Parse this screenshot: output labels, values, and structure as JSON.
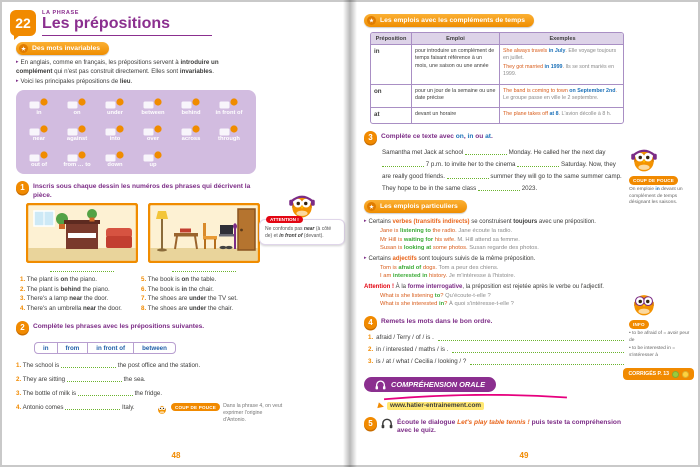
{
  "glyphs": {
    "bullet": "▸"
  },
  "colors": {
    "purple": "#8b2f8f",
    "orange": "#f18a00",
    "green": "#3aaa35",
    "blue": "#1d71b8",
    "red": "#e30613",
    "magenta": "#e6007e",
    "panel_purple": "#d2bce0",
    "highlight_yellow": "#ffe873"
  },
  "left": {
    "lesson_number": "22",
    "strand": "LA PHRASE",
    "title": "Les prépositions",
    "page_number": "48",
    "invariables": {
      "header": "Des mots invariables",
      "p1a": "En anglais, comme en français, les prépositions servent à ",
      "p1b": "introduire un complément",
      "p1c": " qui n'est pas construit directement. Elles sont ",
      "p1d": "invariables",
      "p1e": ".",
      "p2pre": "Voici les principales prépositions de ",
      "p2key": "lieu",
      "p2post": ".",
      "prepositions": [
        "in",
        "on",
        "under",
        "between",
        "behind",
        "in front of",
        "near",
        "against",
        "into",
        "over",
        "across",
        "through",
        "out of",
        "from … to",
        "down",
        "up"
      ]
    },
    "ex1": {
      "num": "1",
      "instruction": "Inscris sous chaque dessin les numéros des phrases qui décrivent la pièce.",
      "attention": {
        "label": "ATTENTION !",
        "a": "Ne confonds pas ",
        "k1": "near",
        "b": " (à côté de) et ",
        "k2": "in front of",
        "c": " (devant)."
      },
      "items": [
        {
          "n": "1.",
          "pre": "The plant is ",
          "key": "on",
          "post": " the piano."
        },
        {
          "n": "2.",
          "pre": "The plant is ",
          "key": "behind",
          "post": " the piano."
        },
        {
          "n": "3.",
          "pre": "There's a lamp ",
          "key": "near",
          "post": " the door."
        },
        {
          "n": "4.",
          "pre": "There's an umbrella ",
          "key": "near",
          "post": " the door."
        },
        {
          "n": "5.",
          "pre": "The book is ",
          "key": "on",
          "post": " the table."
        },
        {
          "n": "6.",
          "pre": "The book is ",
          "key": "in",
          "post": " the chair."
        },
        {
          "n": "7.",
          "pre": "The shoes are ",
          "key": "under",
          "post": " the TV set."
        },
        {
          "n": "8.",
          "pre": "The shoes are ",
          "key": "under",
          "post": " the chair."
        }
      ]
    },
    "ex2": {
      "num": "2",
      "instruction": "Complète les phrases avec les prépositions suivantes.",
      "word_bank": [
        "in",
        "from",
        "in front of",
        "between"
      ],
      "items": [
        {
          "n": "1.",
          "pre": "The school is",
          "post": "the post office and the station."
        },
        {
          "n": "2.",
          "pre": "They are sitting",
          "post": "the sea."
        },
        {
          "n": "3.",
          "pre": "The bottle of milk is",
          "post": "the fridge."
        },
        {
          "n": "4.",
          "pre": "Antonio comes",
          "post": "Italy."
        }
      ],
      "hint_label": "COUP DE POUCE",
      "hint_text": "Dans la phrase 4, on veut exprimer l'origine d'Antonio."
    }
  },
  "right": {
    "page_number": "49",
    "temps": {
      "header": "Les emplois avec les compléments de temps",
      "table": {
        "headers": [
          "Préposition",
          "Emploi",
          "Exemples"
        ],
        "rows": [
          {
            "prep": "in",
            "emploi": "pour introduire un complément de temps faisant référence à un mois, une saison ou une année",
            "examples": [
              {
                "pre": "She always travels ",
                "key": "in July",
                "post": ".",
                "fr": "Elle voyage toujours en juillet."
              },
              {
                "pre": "They got married ",
                "key": "in 1999",
                "post": ".",
                "fr": "Ils se sont mariés en 1999."
              }
            ]
          },
          {
            "prep": "on",
            "emploi": "pour un jour de la semaine ou une date précise",
            "examples": [
              {
                "pre": "The band is coming to town ",
                "key": "on September 2nd",
                "post": ".",
                "fr": "Le groupe passe en ville le 2 septembre."
              }
            ]
          },
          {
            "prep": "at",
            "emploi": "devant un horaire",
            "examples": [
              {
                "pre": "The plane takes off ",
                "key": "at 8",
                "post": ".",
                "fr": "L'avion décolle à 8 h."
              }
            ]
          }
        ]
      }
    },
    "ex3": {
      "num": "3",
      "ia": "Complète ce texte avec ",
      "k1": "on",
      "ib": ", ",
      "k2": "in",
      "ic": " ou ",
      "k3": "at",
      "id": ".",
      "t1": "Samantha met Jack at school",
      "t2": "Monday. He called her the next day",
      "t3": "7 p.m. to invite her to the cinema",
      "t4": "Saturday. Now, they are really good friends.",
      "t5": "summer they will go to the same summer camp. They hope to be in the same class",
      "t6": "2023.",
      "hint_label": "COUP DE POUCE",
      "hint_a": "On emploie ",
      "hint_key": "in",
      "hint_b": " devant un complément de temps désignant les saisons."
    },
    "particuliers": {
      "header": "Les emplois particuliers",
      "b1a": "Certains ",
      "b1b": "verbes (transitifs indirects)",
      "b1c": " se construisent ",
      "b1d": "toujours",
      "b1e": " avec une préposition.",
      "b1_examples": [
        {
          "pre": "Jane is ",
          "key": "listening to",
          "post": " the radio.",
          "fr": "Jane écoute la radio."
        },
        {
          "pre": "Mr Hill is ",
          "key": "waiting for",
          "post": " his wife.",
          "fr": "M. Hill attend sa femme."
        },
        {
          "pre": "Susan is ",
          "key": "looking at",
          "post": " some photos.",
          "fr": "Susan regarde des photos."
        }
      ],
      "b2a": "Certains ",
      "b2b": "adjectifs",
      "b2c": " sont toujours suivis de la même préposition.",
      "b2_examples": [
        {
          "pre": "Tom is ",
          "key": "afraid of",
          "post": " dogs.",
          "fr": "Tom a peur des chiens."
        },
        {
          "pre": "I am ",
          "key": "interested in",
          "post": " history.",
          "fr": "Je m'intéresse à l'histoire."
        }
      ],
      "att_label": "Attention !",
      "att_a": " À la ",
      "att_key": "forme interrogative",
      "att_b": ", la préposition est rejetée après le verbe ou l'adjectif.",
      "att_examples": [
        {
          "pre": "What is she listening ",
          "key": "to",
          "post": "?",
          "fr": "Qu'écoute-t-elle ?"
        },
        {
          "pre": "What is she interested ",
          "key": "in",
          "post": "?",
          "fr": "À quoi s'intéresse-t-elle ?"
        }
      ]
    },
    "ex4": {
      "num": "4",
      "instruction": "Remets les mots dans le bon ordre.",
      "items": [
        {
          "n": "1.",
          "words": "afraid / Terry / of / is ."
        },
        {
          "n": "2.",
          "words": "in / interested / maths / is ."
        },
        {
          "n": "3.",
          "words": "is / at / what / Cecilia / looking / ?"
        }
      ],
      "info_label": "INFO",
      "info_l1": "• to be afraid of = avoir peur de",
      "info_l2": "• to be interested in = s'intéresser à",
      "corriges": "CORRIGÉS P. 13"
    },
    "orale": {
      "header": "COMPRÉHENSION ORALE",
      "url": "www.hatier-entrainement.com",
      "ex5_num": "5",
      "ex5a": "Écoute le dialogue ",
      "ex5key": "Let's play table tennis !",
      "ex5b": " puis teste ta compréhension avec le quiz."
    }
  }
}
